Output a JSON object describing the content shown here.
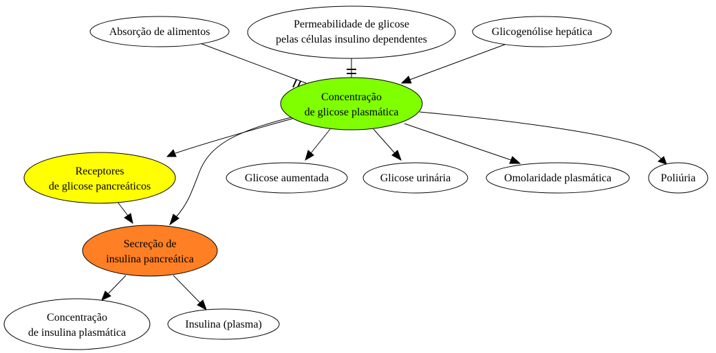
{
  "nodes": {
    "absorcao": {
      "lines": [
        "Absorção de alimentos"
      ],
      "fill": "#ffffff"
    },
    "permeabilidade": {
      "lines": [
        "Permeabilidade de glicose",
        "pelas células insulino dependentes"
      ],
      "fill": "#ffffff"
    },
    "glicogenolise": {
      "lines": [
        "Glicogenólise hepática"
      ],
      "fill": "#ffffff"
    },
    "concentracao_glicose": {
      "lines": [
        "Concentração",
        "de glicose plasmática"
      ],
      "fill": "#7fff00"
    },
    "receptores": {
      "lines": [
        "Receptores",
        "de glicose pancreáticos"
      ],
      "fill": "#ffff00"
    },
    "glicose_aumentada": {
      "lines": [
        "Glicose aumentada"
      ],
      "fill": "#ffffff"
    },
    "glicose_urinaria": {
      "lines": [
        "Glicose urinária"
      ],
      "fill": "#ffffff"
    },
    "osmolaridade": {
      "lines": [
        "Omolaridade plasmática"
      ],
      "fill": "#ffffff"
    },
    "poliuria": {
      "lines": [
        "Poliúria"
      ],
      "fill": "#ffffff"
    },
    "secrecao": {
      "lines": [
        "Secreção de",
        "insulina pancreática"
      ],
      "fill": "#ff7f24"
    },
    "concentracao_insulina": {
      "lines": [
        "Concentração",
        "de insulina plasmática"
      ],
      "fill": "#ffffff"
    },
    "insulina_plasma": {
      "lines": [
        "Insulina (plasma)"
      ],
      "fill": "#ffffff"
    }
  },
  "edges": [
    {
      "from": "absorcao",
      "to": "concentracao_glicose",
      "marker": "double-slash"
    },
    {
      "from": "permeabilidade",
      "to": "concentracao_glicose",
      "marker": "double-bar"
    },
    {
      "from": "glicogenolise",
      "to": "concentracao_glicose",
      "marker": "arrow"
    },
    {
      "from": "concentracao_glicose",
      "to": "receptores",
      "marker": "arrow"
    },
    {
      "from": "concentracao_glicose",
      "to": "secrecao",
      "marker": "arrow"
    },
    {
      "from": "concentracao_glicose",
      "to": "glicose_aumentada",
      "marker": "arrow"
    },
    {
      "from": "concentracao_glicose",
      "to": "glicose_urinaria",
      "marker": "arrow"
    },
    {
      "from": "concentracao_glicose",
      "to": "osmolaridade",
      "marker": "arrow"
    },
    {
      "from": "concentracao_glicose",
      "to": "poliuria",
      "marker": "arrow"
    },
    {
      "from": "receptores",
      "to": "secrecao",
      "marker": "arrow"
    },
    {
      "from": "secrecao",
      "to": "concentracao_insulina",
      "marker": "arrow"
    },
    {
      "from": "secrecao",
      "to": "insulina_plasma",
      "marker": "arrow"
    }
  ]
}
